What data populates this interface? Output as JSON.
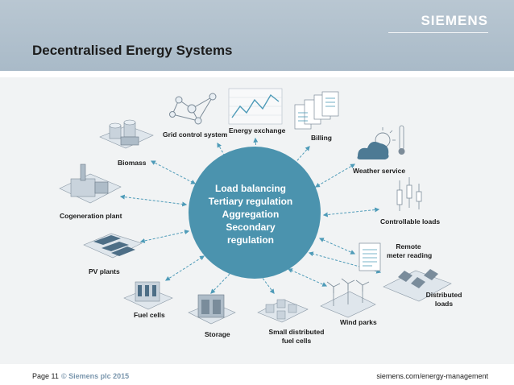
{
  "header": {
    "logo": "SIEMENS",
    "title": "Decentralised Energy Systems"
  },
  "center": {
    "lines": [
      "Load balancing",
      "Tertiary regulation",
      "Aggregation",
      "Secondary",
      "regulation"
    ]
  },
  "labels": {
    "grid_control": "Grid control system",
    "energy_exchange": "Energy exchange",
    "billing": "Billing",
    "biomass": "Biomass",
    "weather": "Weather service",
    "cogeneration": "Cogeneration plant",
    "controllable_loads": "Controllable loads",
    "remote_meter_1": "Remote",
    "remote_meter_2": "meter reading",
    "pv_plants": "PV plants",
    "distributed_loads_1": "Distributed",
    "distributed_loads_2": "loads",
    "fuel_cells": "Fuel cells",
    "wind_parks": "Wind parks",
    "storage": "Storage",
    "small_fuel_1": "Small distributed",
    "small_fuel_2": "fuel cells"
  },
  "footer": {
    "page": "Page 11",
    "copyright": "© Siemens plc 2015",
    "url": "siemens.com/energy-management"
  },
  "colors": {
    "header": "#b9c7d2",
    "hub": "#4b93ae",
    "arrow": "#4e9bb8",
    "accent": "#7a96ad"
  }
}
